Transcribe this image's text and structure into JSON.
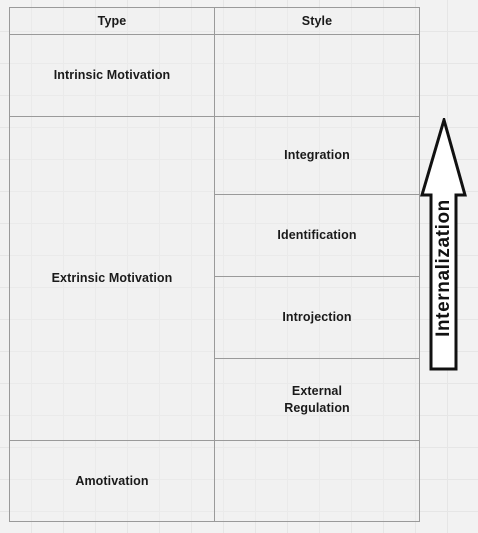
{
  "table": {
    "headers": {
      "type": "Type",
      "style": "Style"
    },
    "rows": {
      "intrinsic": {
        "type": "Intrinsic Motivation",
        "style": ""
      },
      "extrinsic": {
        "type": "Extrinsic Motivation",
        "styles": [
          {
            "line1": "Integration",
            "line2": ""
          },
          {
            "line1": "Identification",
            "line2": ""
          },
          {
            "line1": "Introjection",
            "line2": ""
          },
          {
            "line1": "External",
            "line2": "Regulation"
          }
        ]
      },
      "amotivation": {
        "type": "Amotivation",
        "style": ""
      }
    }
  },
  "arrow": {
    "label": "Internalization",
    "direction": "up"
  },
  "colors": {
    "background": "#f2f2f2",
    "grid": "#e6e6e6",
    "border": "#9a9a9a",
    "text": "#1a1a1a",
    "arrow_stroke": "#111111",
    "arrow_fill": "#ffffff"
  }
}
